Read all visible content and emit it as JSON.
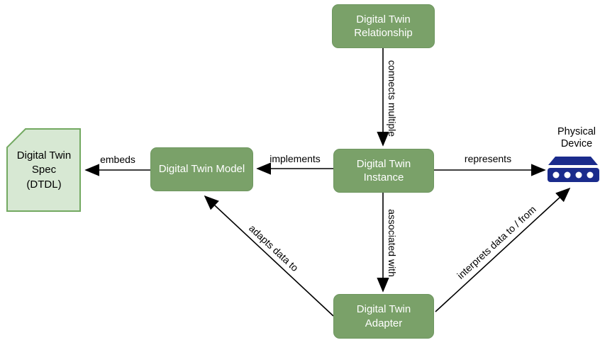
{
  "diagram": {
    "colors": {
      "node_fill": "#7AA169",
      "node_border": "#6E9760",
      "node_text": "#FFFFFF",
      "spec_fill": "#D7E8D3",
      "spec_border": "#73A961",
      "device_color": "#1A2B8C",
      "edge_color": "#000000",
      "background": "#FFFFFF"
    },
    "nodes": {
      "relationship": {
        "label": "Digital Twin Relationship"
      },
      "instance": {
        "label": "Digital Twin Instance"
      },
      "model": {
        "label": "Digital Twin Model"
      },
      "adapter": {
        "label": "Digital Twin Adapter"
      },
      "spec": {
        "lines": [
          "Digital Twin",
          "Spec",
          "(DTDL)"
        ]
      },
      "device": {
        "label": "Physical Device",
        "icon": "physical-device-icon"
      }
    },
    "edges": [
      {
        "from": "Digital Twin Relationship",
        "to": "Digital Twin Instance",
        "label": "connects multiple",
        "direction": "down"
      },
      {
        "from": "Digital Twin Instance",
        "to": "Digital Twin Model",
        "label": "implements",
        "direction": "left"
      },
      {
        "from": "Digital Twin Model",
        "to": "Digital Twin Spec (DTDL)",
        "label": "embeds",
        "direction": "left"
      },
      {
        "from": "Digital Twin Instance",
        "to": "Physical Device",
        "label": "represents",
        "direction": "right"
      },
      {
        "from": "Digital Twin Instance",
        "to": "Digital Twin Adapter",
        "label": "associated with",
        "direction": "down"
      },
      {
        "from": "Digital Twin Adapter",
        "to": "Digital Twin Model",
        "label": "adapts data to",
        "direction": "up-left"
      },
      {
        "from": "Digital Twin Adapter",
        "to": "Physical Device",
        "label": "interprets data to / from",
        "direction": "up-right"
      }
    ]
  }
}
